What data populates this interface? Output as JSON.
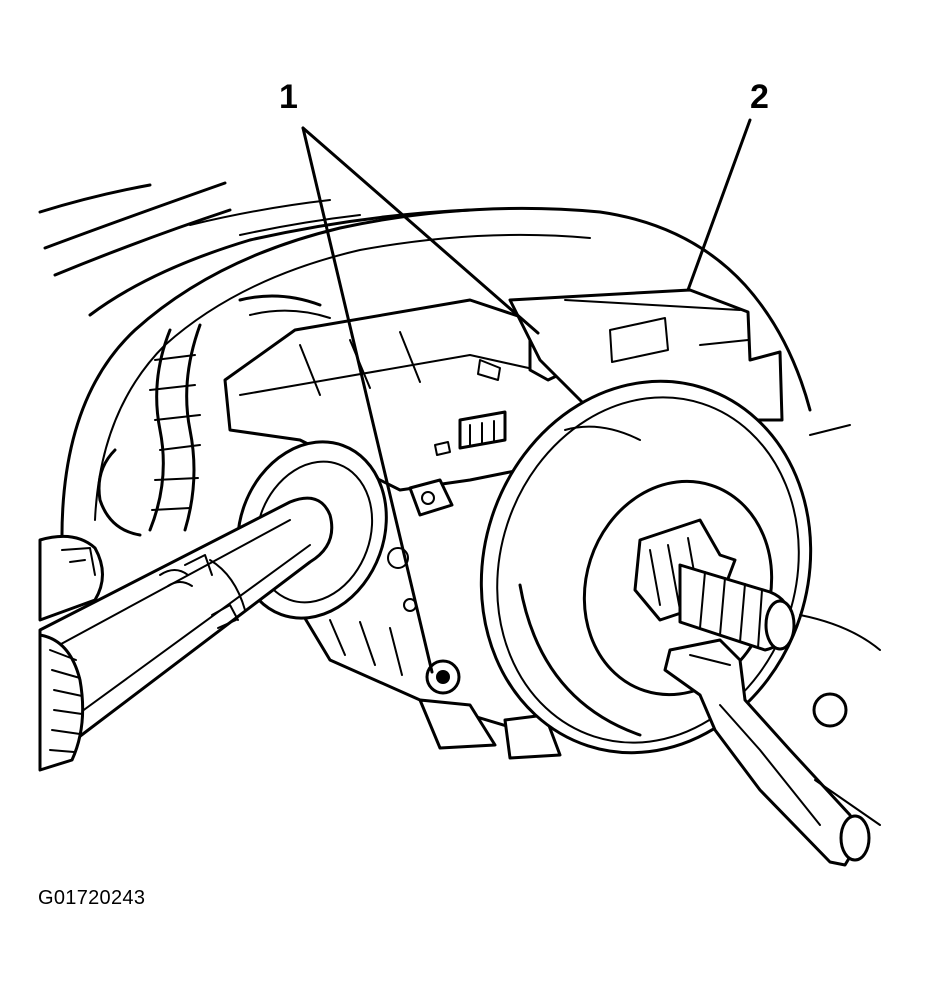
{
  "callouts": {
    "one": "1",
    "two": "2"
  },
  "figure_id": "G01720243"
}
